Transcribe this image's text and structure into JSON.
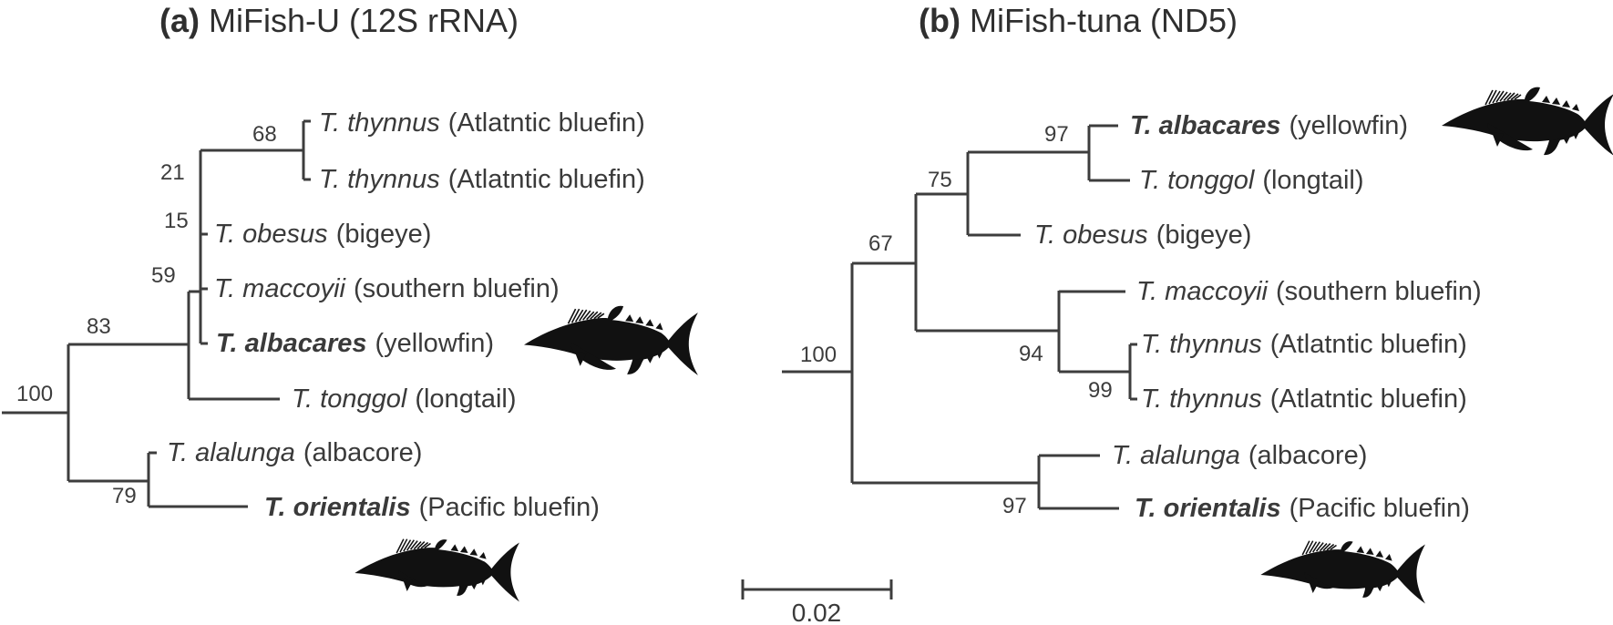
{
  "figure_type": "phylogenetic-tree-comparison",
  "ink_color": "#3d3d3d",
  "scale_bar": {
    "label": "0.02"
  },
  "panels": [
    {
      "tag": "(a)",
      "title": "MiFish-U (12S rRNA)",
      "supports": {
        "n68": "68",
        "n21": "21",
        "n15": "15",
        "n59": "59",
        "n83": "83",
        "n100": "100",
        "n79": "79"
      },
      "leaves": [
        {
          "sci": "T. thynnus",
          "common": "(Atlatntic bluefin)"
        },
        {
          "sci": "T. thynnus",
          "common": "(Atlatntic bluefin)"
        },
        {
          "sci": "T. obesus",
          "common": "(bigeye)"
        },
        {
          "sci": "T. maccoyii",
          "common": "(southern bluefin)"
        },
        {
          "sci": "T. albacares",
          "common": "(yellowfin)"
        },
        {
          "sci": "T. tonggol",
          "common": "(longtail)"
        },
        {
          "sci": "T. alalunga",
          "common": "(albacore)"
        },
        {
          "sci": "T. orientalis",
          "common": "(Pacific bluefin)"
        }
      ]
    },
    {
      "tag": "(b)",
      "title": "MiFish-tuna (ND5)",
      "supports": {
        "n97top": "97",
        "n75": "75",
        "n67": "67",
        "n100": "100",
        "n94": "94",
        "n99": "99",
        "n97bottom": "97"
      },
      "leaves": [
        {
          "sci": "T. albacares",
          "common": "(yellowfin)"
        },
        {
          "sci": "T. tonggol",
          "common": "(longtail)"
        },
        {
          "sci": "T. obesus",
          "common": "(bigeye)"
        },
        {
          "sci": "T. maccoyii",
          "common": "(southern bluefin)"
        },
        {
          "sci": "T. thynnus",
          "common": "(Atlatntic bluefin)"
        },
        {
          "sci": "T. thynnus",
          "common": "(Atlatntic bluefin)"
        },
        {
          "sci": "T. alalunga",
          "common": "(albacore)"
        },
        {
          "sci": "T. orientalis",
          "common": "(Pacific bluefin)"
        }
      ]
    }
  ]
}
